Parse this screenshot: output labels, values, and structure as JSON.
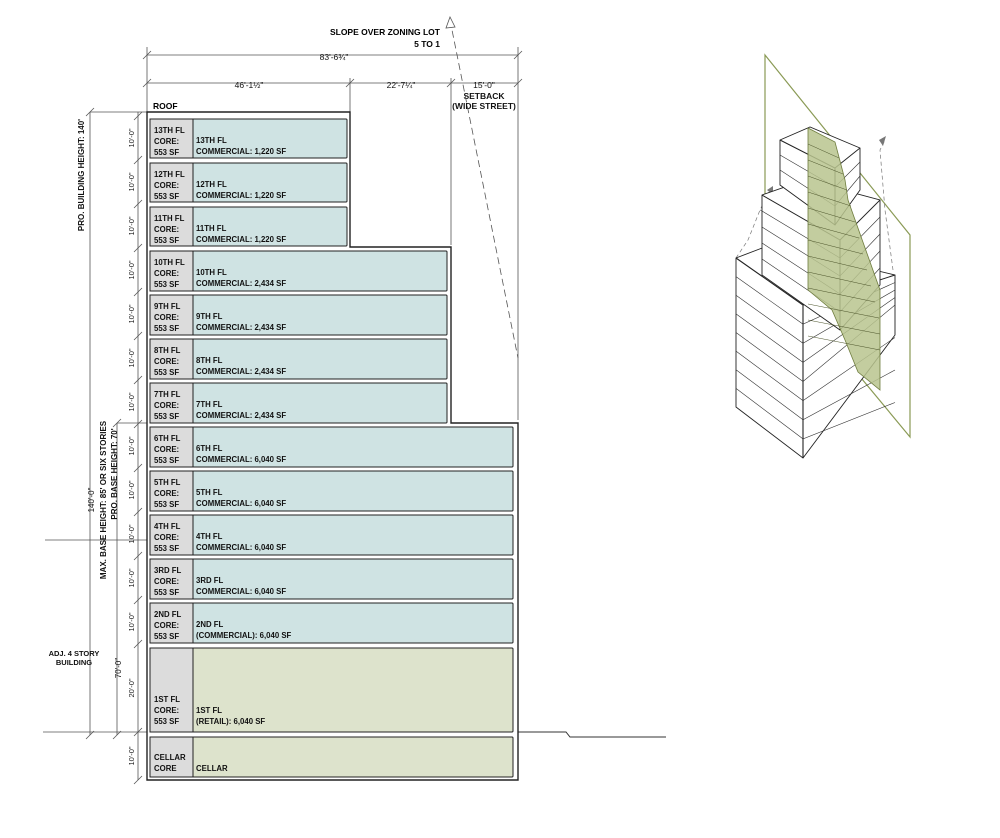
{
  "diagram": {
    "top_note": {
      "line1": "SLOPE OVER ZONING LOT",
      "line2": "5 TO 1"
    },
    "dimensions": {
      "overall_width": "83'-6¾\"",
      "segment_a": "46'-1½\"",
      "segment_b": "22'-7¼\"",
      "segment_c": "15'-0\"",
      "setback_line1": "SETBACK",
      "setback_line2": "(WIDE STREET)"
    },
    "roof_label": "ROOF",
    "vertical_labels": {
      "pro_building_height": "PRO. BUILDING HEIGHT: 140'",
      "total_height": "140'-0\"",
      "max_base_height": "MAX. BASE HEIGHT: 85' OR SIX STORIES",
      "pro_base_height": "PRO. BASE HEIGHT: 70'",
      "base_dim": "70'-0\""
    },
    "adjacent_building": {
      "line1": "ADJ. 4 STORY",
      "line2": "BUILDING"
    },
    "floor_height_labels": [
      "10'-0\"",
      "10'-0\"",
      "10'-0\"",
      "10'-0\"",
      "10'-0\"",
      "10'-0\"",
      "10'-0\"",
      "10'-0\"",
      "10'-0\"",
      "10'-0\"",
      "10'-0\"",
      "10'-0\"",
      "20'-0\"",
      "10'-0\""
    ],
    "floors": [
      {
        "core": [
          "13TH FL",
          "CORE:",
          "553 SF"
        ],
        "name": "13TH FL",
        "use": "COMMERCIAL: 1,220 SF"
      },
      {
        "core": [
          "12TH FL",
          "CORE:",
          "553 SF"
        ],
        "name": "12TH FL",
        "use": "COMMERCIAL: 1,220 SF"
      },
      {
        "core": [
          "11TH FL",
          "CORE:",
          "553 SF"
        ],
        "name": "11TH FL",
        "use": "COMMERCIAL: 1,220 SF"
      },
      {
        "core": [
          "10TH FL",
          "CORE:",
          "553 SF"
        ],
        "name": "10TH FL",
        "use": "COMMERCIAL: 2,434 SF"
      },
      {
        "core": [
          "9TH FL",
          "CORE:",
          "553 SF"
        ],
        "name": "9TH FL",
        "use": "COMMERCIAL: 2,434 SF"
      },
      {
        "core": [
          "8TH FL",
          "CORE:",
          "553 SF"
        ],
        "name": "8TH FL",
        "use": "COMMERCIAL: 2,434 SF"
      },
      {
        "core": [
          "7TH FL",
          "CORE:",
          "553 SF"
        ],
        "name": "7TH FL",
        "use": "COMMERCIAL: 2,434 SF"
      },
      {
        "core": [
          "6TH FL",
          "CORE:",
          "553 SF"
        ],
        "name": "6TH FL",
        "use": "COMMERCIAL: 6,040 SF"
      },
      {
        "core": [
          "5TH FL",
          "CORE:",
          "553 SF"
        ],
        "name": "5TH FL",
        "use": "COMMERCIAL: 6,040 SF"
      },
      {
        "core": [
          "4TH FL",
          "CORE:",
          "553 SF"
        ],
        "name": "4TH FL",
        "use": "COMMERCIAL: 6,040 SF"
      },
      {
        "core": [
          "3RD FL",
          "CORE:",
          "553 SF"
        ],
        "name": "3RD FL",
        "use": "COMMERCIAL: 6,040 SF"
      },
      {
        "core": [
          "2ND FL",
          "CORE:",
          "553 SF"
        ],
        "name": "2ND FL",
        "use": "(COMMERCIAL): 6,040 SF"
      },
      {
        "core": [
          "1ST FL",
          "CORE:",
          "553 SF"
        ],
        "name": "1ST FL",
        "use": "(RETAIL): 6,040 SF"
      },
      {
        "core": [
          "CELLAR",
          "CORE"
        ],
        "name": "CELLAR",
        "use": ""
      }
    ],
    "colors": {
      "commercial_fill": "#cfe3e3",
      "retail_fill": "#dde3cc",
      "core_fill": "#dcdcdc",
      "plane_green": "#8a9a55",
      "highlight_green": "#b8c48e"
    }
  }
}
